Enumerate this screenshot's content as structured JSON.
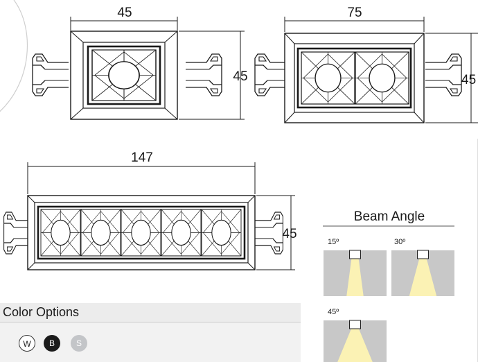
{
  "dimensions": {
    "single_width": "45",
    "single_height": "45",
    "double_width": "75",
    "double_height": "45",
    "five_width": "147",
    "five_height": "45"
  },
  "beam_angle": {
    "title": "Beam Angle",
    "options": [
      {
        "label": "15º",
        "angle_deg": 15
      },
      {
        "label": "30º",
        "angle_deg": 30
      },
      {
        "label": "45º",
        "angle_deg": 45
      }
    ],
    "panel_color": "#c8c8c8",
    "beam_color": "#fbf2b4"
  },
  "color_options": {
    "title": "Color Options",
    "swatches": [
      {
        "code": "W",
        "color": "#ffffff"
      },
      {
        "code": "B",
        "color": "#1b1b1b"
      },
      {
        "code": "S",
        "color": "#c3c5c8"
      }
    ]
  }
}
